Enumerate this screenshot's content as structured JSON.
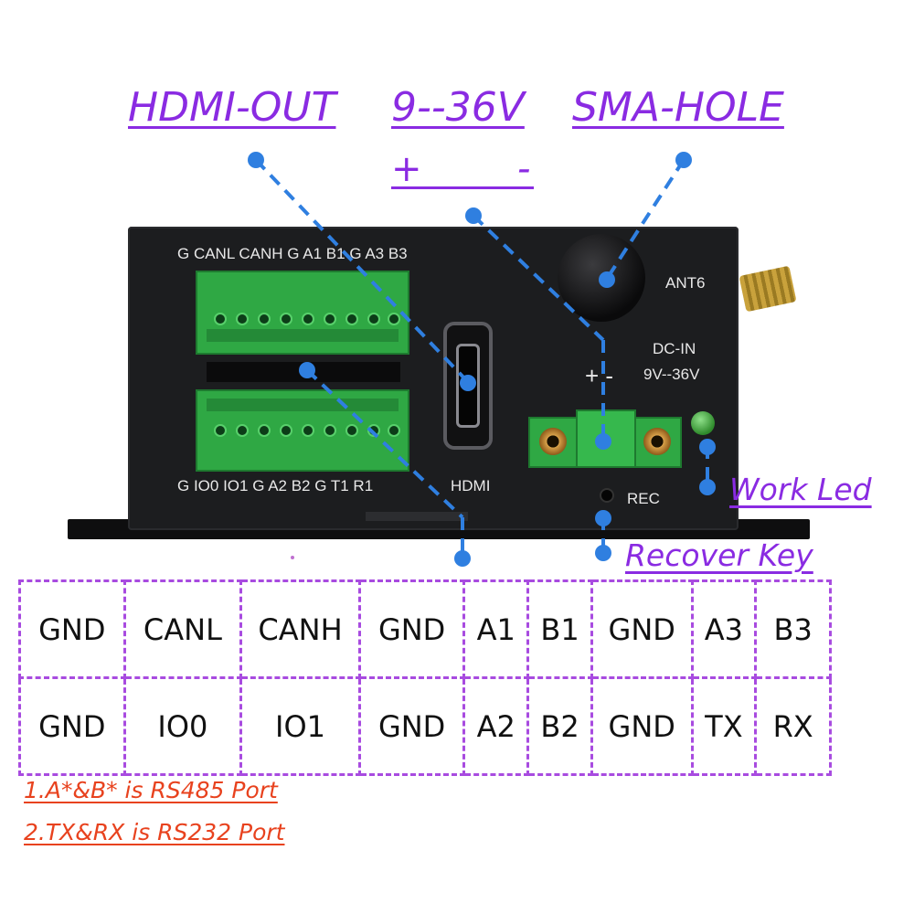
{
  "callouts": {
    "hdmi_out": "HDMI-OUT",
    "voltage": "9--36V",
    "sma_hole": "SMA-HOLE",
    "plus": "+",
    "minus": "-",
    "work_led": "Work Led",
    "recover_key": "Recover Key"
  },
  "device_labels": {
    "top_terminals": "G CANL CANH G A1 B1 G A3 B3",
    "bottom_terminals": "G IO0  IO1 G  A2  B2 G T1 R1",
    "hdmi": "HDMI",
    "ant": "ANT6",
    "dc_in": "DC-IN",
    "dc_polarity": "+ -",
    "dc_voltage": "9V--36V",
    "rec": "REC"
  },
  "pin_table": {
    "row1": [
      "GND",
      "CANL",
      "CANH",
      "GND",
      "A1",
      "B1",
      "GND",
      "A3",
      "B3"
    ],
    "row2": [
      "GND",
      "IO0",
      "IO1",
      "GND",
      "A2",
      "B2",
      "GND",
      "TX",
      "RX"
    ]
  },
  "notes": {
    "note1": "1.A*&B* is RS485 Port",
    "note2": "2.TX&RX is RS232 Port"
  },
  "colors": {
    "callout": "#8a2be2",
    "leader": "#2f7fe0",
    "note": "#e8421e",
    "table_border": "#a84be0",
    "terminal_green": "#2fa844"
  }
}
